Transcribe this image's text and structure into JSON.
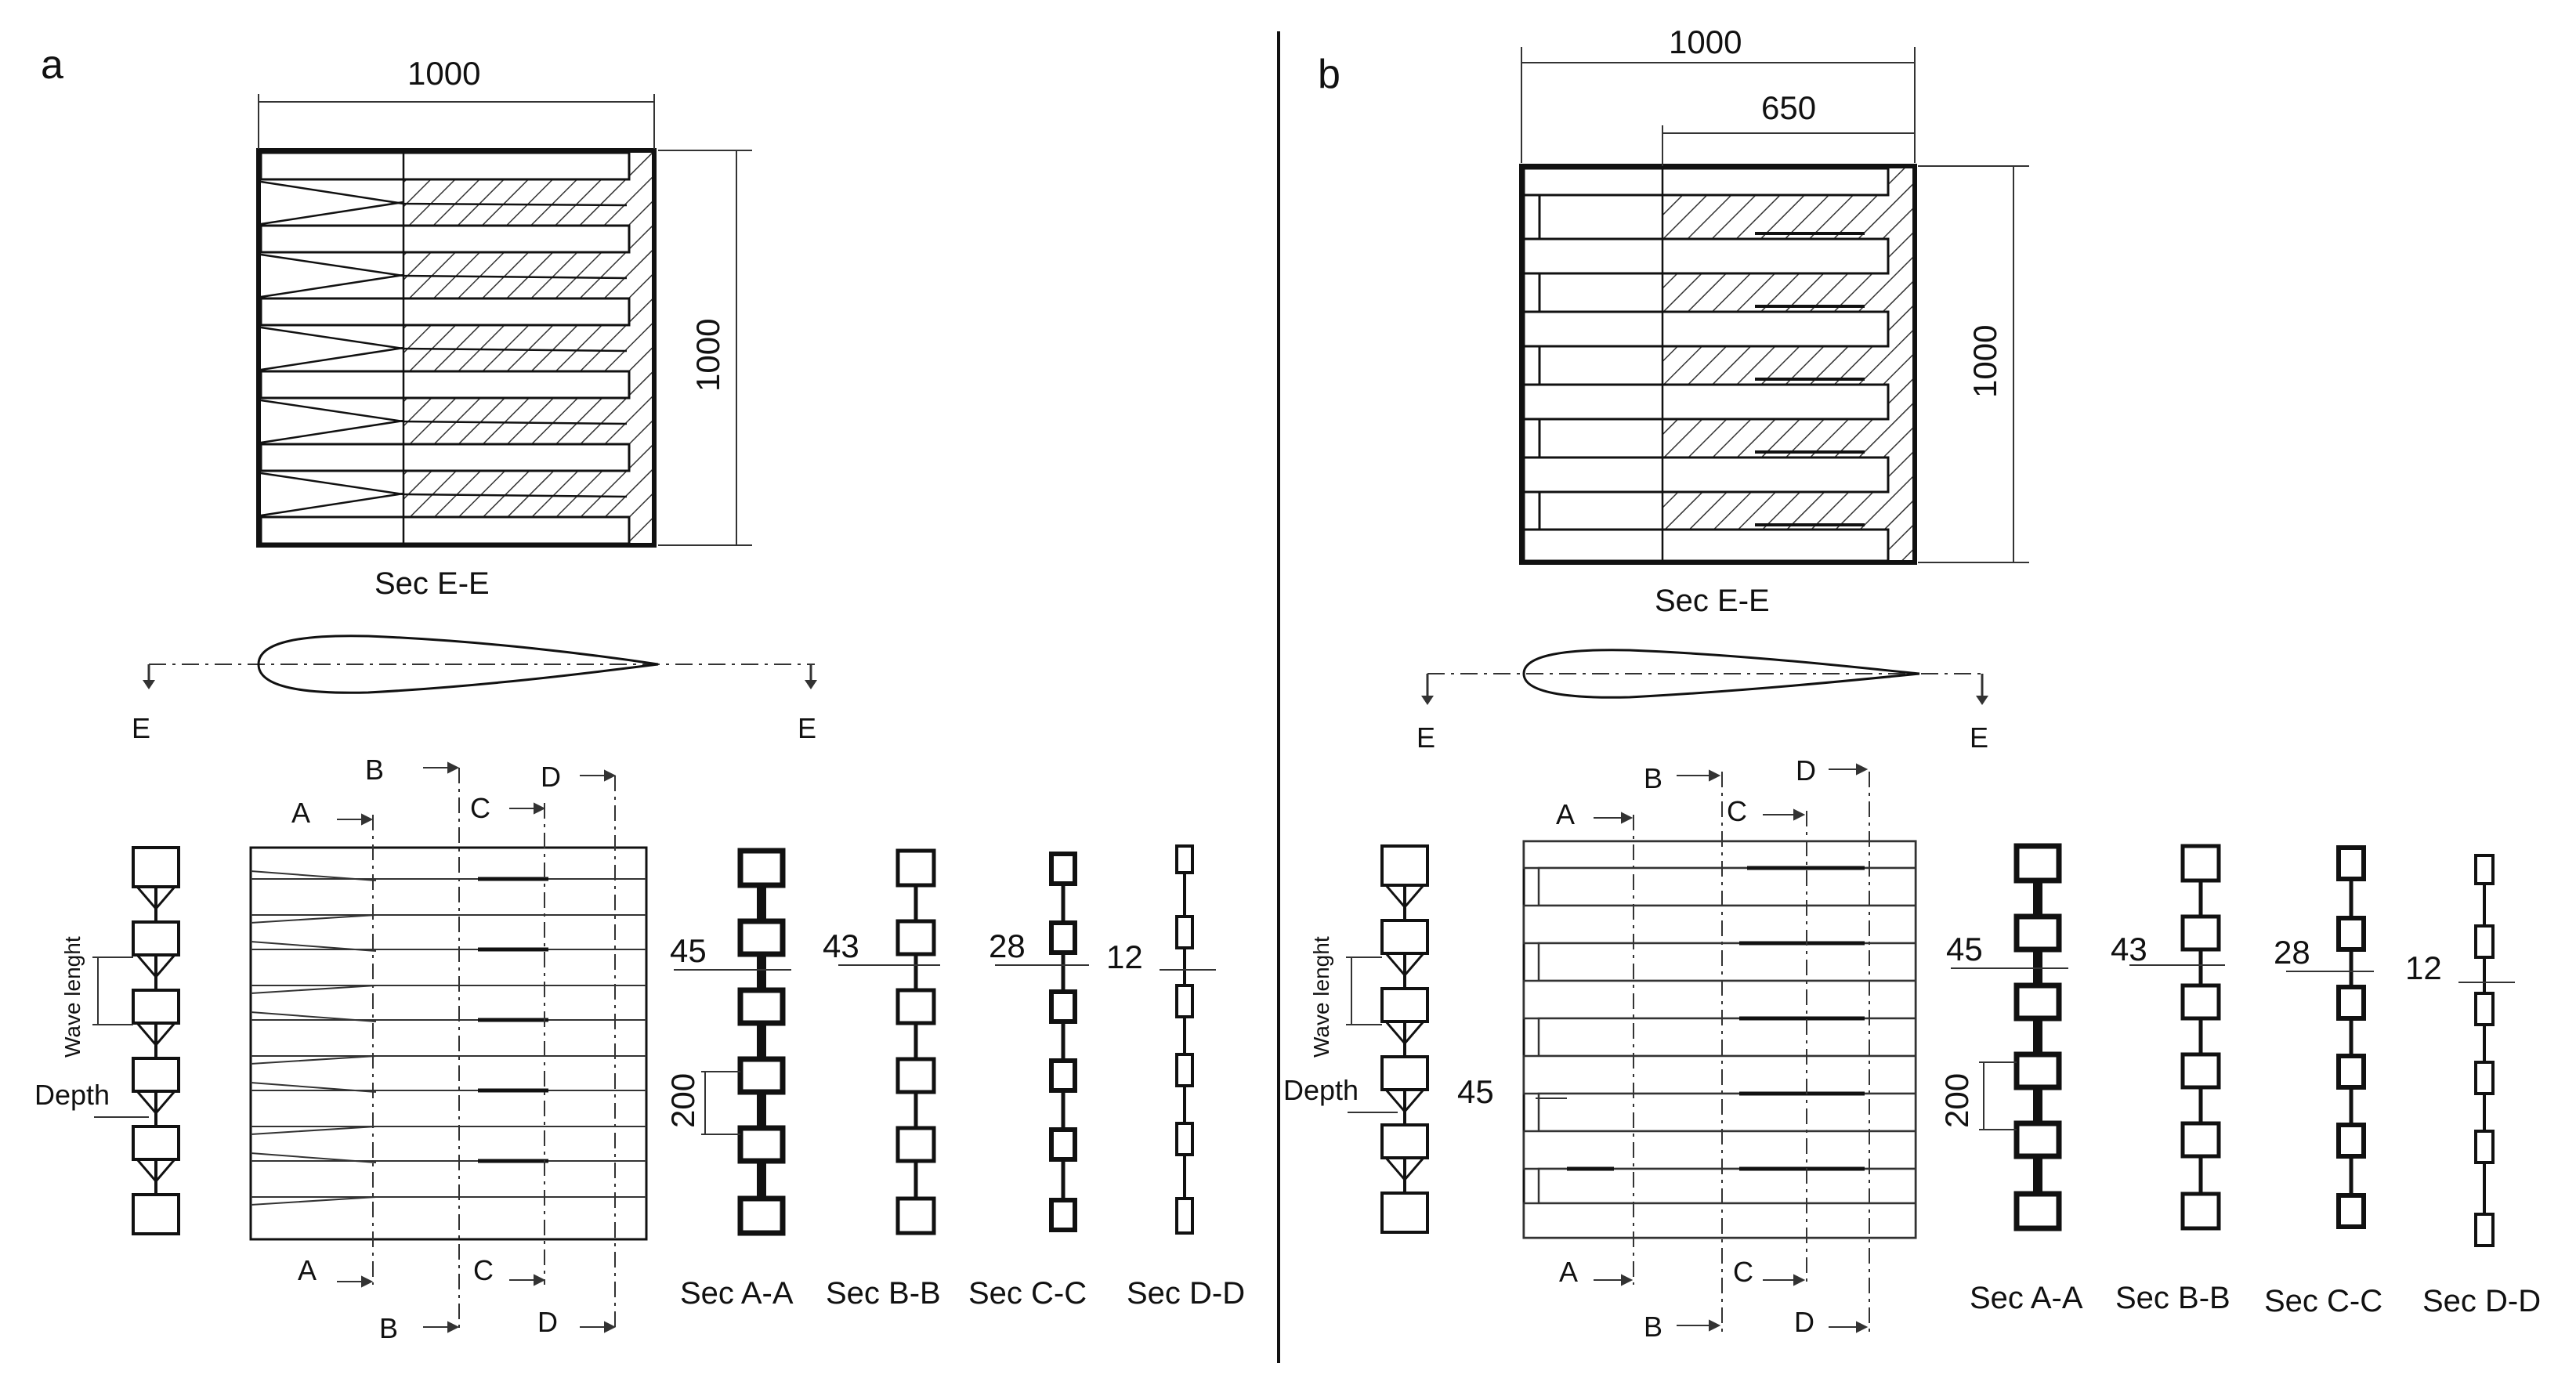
{
  "panels": [
    {
      "id": "a",
      "label": "a",
      "plan": {
        "width_label": "1000",
        "height_label": "1000",
        "section_label": "Sec E-E",
        "cut_left": "E",
        "cut_right": "E"
      },
      "side_view": {
        "wave_label": "Wave lenght",
        "depth_label": "Depth"
      },
      "cuts": {
        "a": "A",
        "b": "B",
        "c": "C",
        "d": "D"
      },
      "sections": [
        {
          "title": "Sec A-A",
          "value": "45",
          "pitch": "200"
        },
        {
          "title": "Sec B-B",
          "value": "43"
        },
        {
          "title": "Sec C-C",
          "value": "28"
        },
        {
          "title": "Sec D-D",
          "value": "12"
        }
      ]
    },
    {
      "id": "b",
      "label": "b",
      "plan": {
        "width_label": "1000",
        "inner_width_label": "650",
        "height_label": "1000",
        "section_label": "Sec E-E",
        "cut_left": "E",
        "cut_right": "E"
      },
      "side_view": {
        "wave_label": "Wave lenght",
        "depth_label": "Depth"
      },
      "front_dim": "45",
      "cuts": {
        "a": "A",
        "b": "B",
        "c": "C",
        "d": "D"
      },
      "sections": [
        {
          "title": "Sec A-A",
          "value": "45",
          "pitch": "200"
        },
        {
          "title": "Sec B-B",
          "value": "43"
        },
        {
          "title": "Sec C-C",
          "value": "28"
        },
        {
          "title": "Sec D-D",
          "value": "12"
        }
      ]
    }
  ]
}
